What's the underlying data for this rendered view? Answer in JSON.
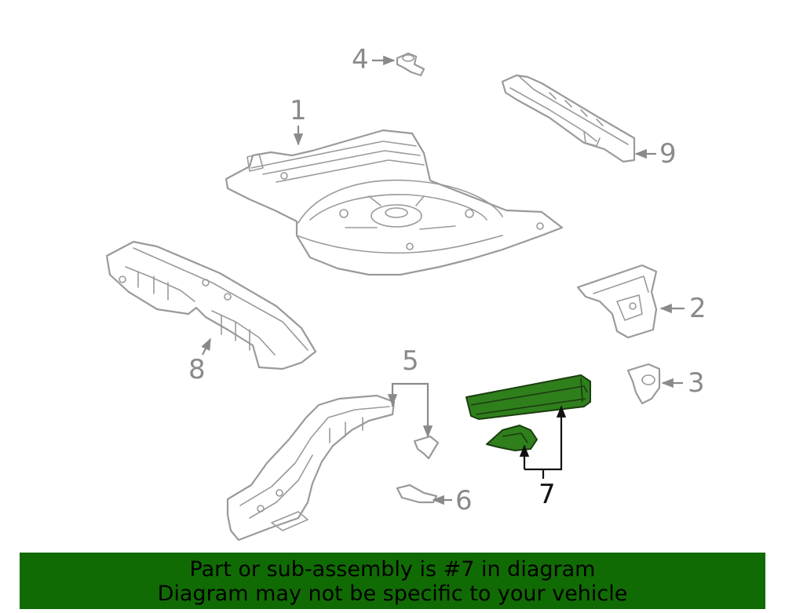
{
  "diagram": {
    "callouts": [
      "1",
      "2",
      "3",
      "4",
      "5",
      "6",
      "7",
      "8",
      "9"
    ],
    "highlighted_callout": "7",
    "highlight_color": "#2f7f1c"
  },
  "banner": {
    "line1": "Part or sub-assembly is #7 in diagram",
    "line2": "Diagram may not be specific to your vehicle",
    "background": "#116b04"
  }
}
